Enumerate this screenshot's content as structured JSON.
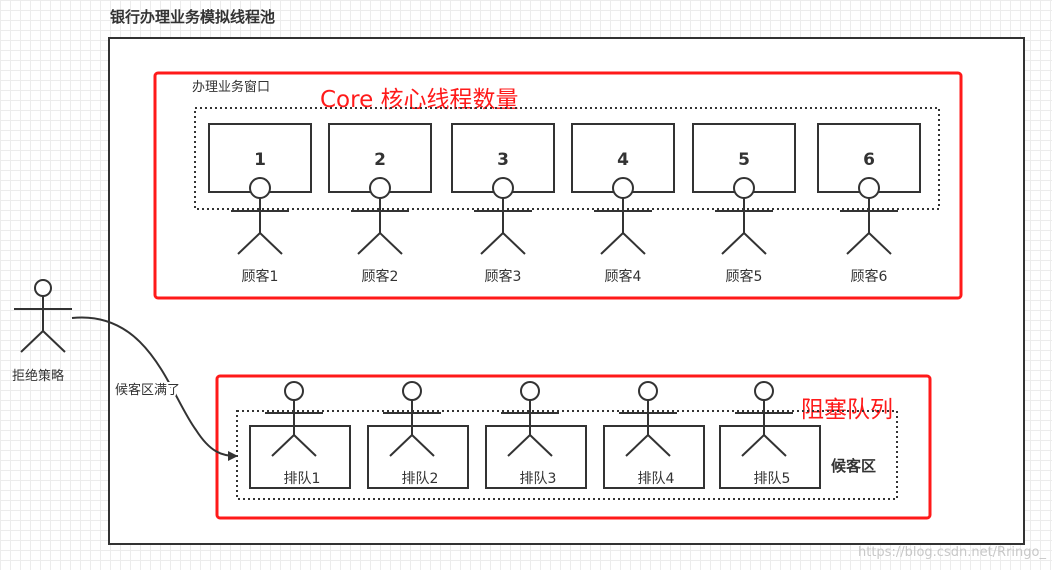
{
  "title": "银行办理业务模拟线程池",
  "window_area": {
    "label": "办理业务窗口",
    "core_label": "Core 核心线程数量",
    "windows": [
      "1",
      "2",
      "3",
      "4",
      "5",
      "6"
    ],
    "customers": [
      "顾客1",
      "顾客2",
      "顾客3",
      "顾客4",
      "顾客5",
      "顾客6"
    ]
  },
  "queue_area": {
    "label": "阻塞队列",
    "area_name": "候客区",
    "slots": [
      "排队1",
      "排队2",
      "排队3",
      "排队4",
      "排队5"
    ]
  },
  "reject": {
    "label": "拒绝策略",
    "arrow_label": "候客区满了"
  },
  "watermark": "https://blog.csdn.net/Rringo_",
  "colors": {
    "highlight": "#ff1a1a",
    "stroke": "#333333",
    "text": "#333333"
  }
}
